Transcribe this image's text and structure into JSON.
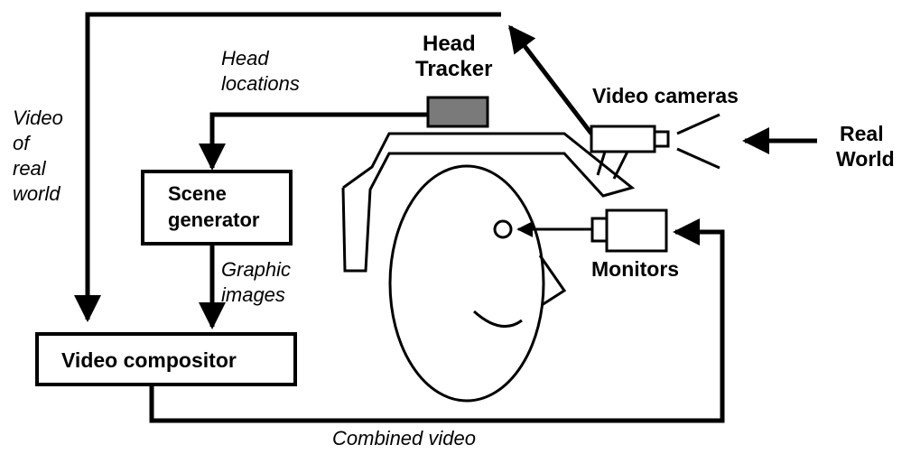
{
  "labels": {
    "head_tracker_line1": "Head",
    "head_tracker_line2": "Tracker",
    "head_locations_line1": "Head",
    "head_locations_line2": "locations",
    "video_real_world_line1": "Video",
    "video_real_world_line2": "of",
    "video_real_world_line3": "real",
    "video_real_world_line4": "world",
    "scene_generator_line1": "Scene",
    "scene_generator_line2": "generator",
    "graphic_images_line1": "Graphic",
    "graphic_images_line2": "images",
    "video_compositor": "Video compositor",
    "video_cameras": "Video cameras",
    "real_world_line1": "Real",
    "real_world_line2": "World",
    "monitors": "Monitors",
    "combined_video": "Combined video"
  },
  "colors": {
    "line": "#000000",
    "tracker_fill": "#7a7a7a",
    "background": "#ffffff"
  }
}
